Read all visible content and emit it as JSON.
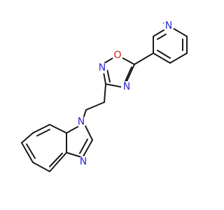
{
  "molecule": {
    "colors": {
      "bond": "#1a1a1a",
      "nitrogen": "#2b2bd6",
      "oxygen": "#e0201b"
    },
    "atom_labels": {
      "pyridine_n": "N",
      "oxadiazole_o": "O",
      "oxadiazole_n2": "N",
      "oxadiazole_n4": "N",
      "benzimidazole_n1": "N",
      "benzimidazole_n3": "N"
    }
  }
}
